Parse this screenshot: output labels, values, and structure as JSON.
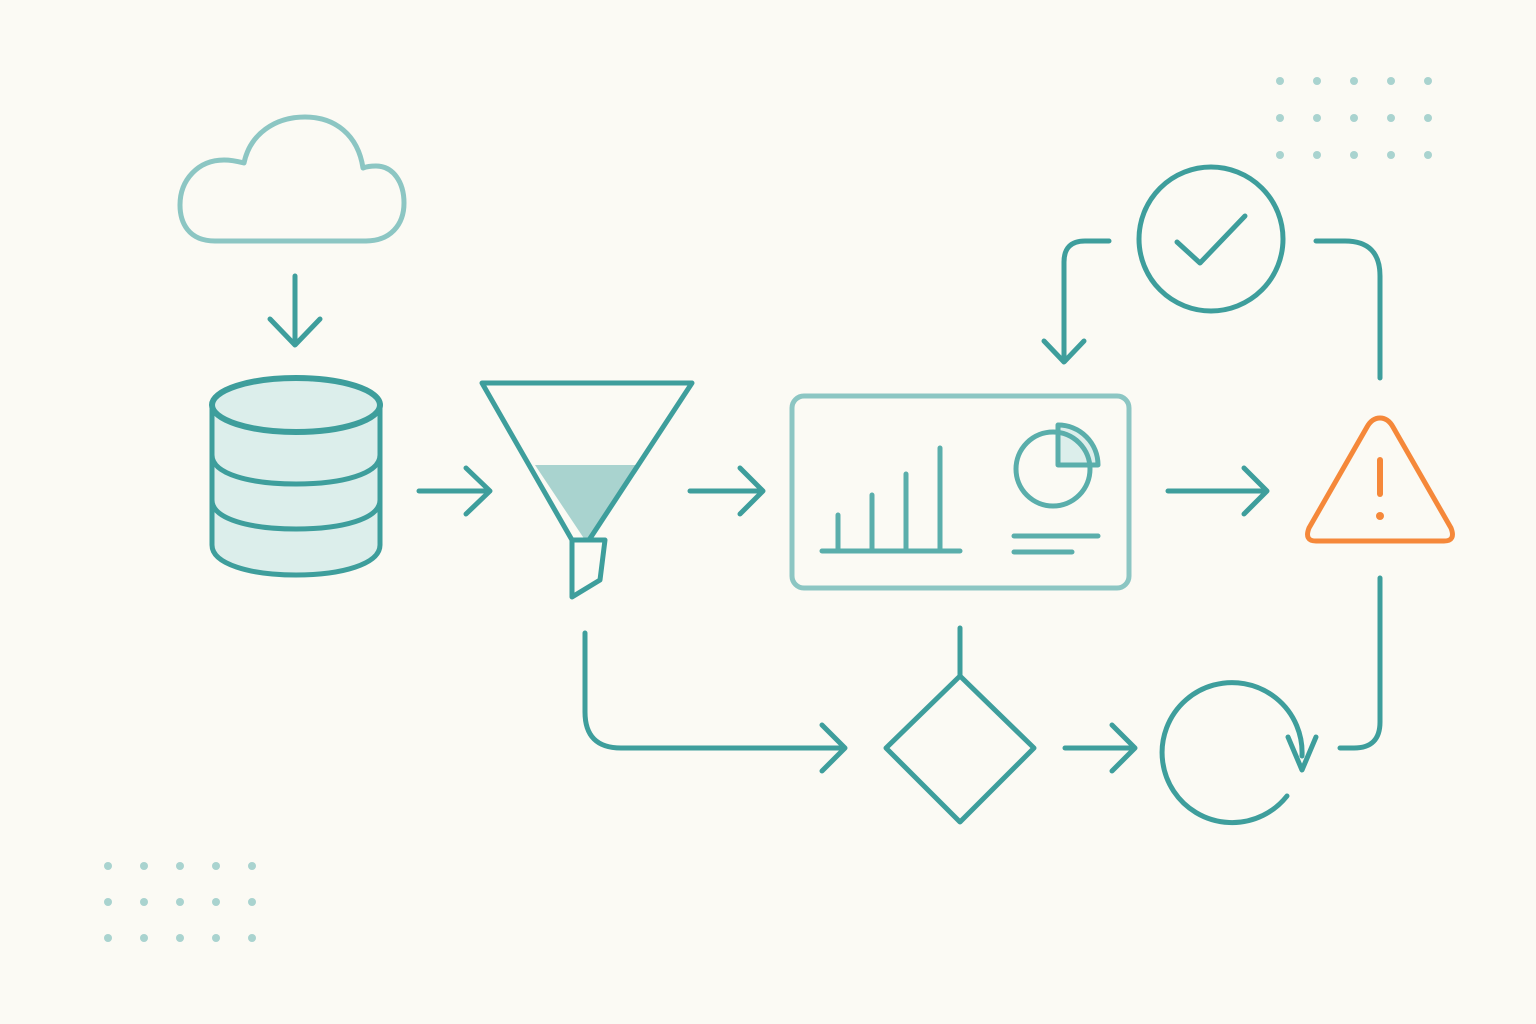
{
  "diagram": {
    "nodes": [
      {
        "id": "cloud",
        "icon": "cloud-icon"
      },
      {
        "id": "database",
        "icon": "database-icon"
      },
      {
        "id": "filter",
        "icon": "funnel-icon"
      },
      {
        "id": "dashboard",
        "icon": "dashboard-icon"
      },
      {
        "id": "check",
        "icon": "check-circle-icon"
      },
      {
        "id": "warning",
        "icon": "warning-icon"
      },
      {
        "id": "decision",
        "icon": "diamond-icon"
      },
      {
        "id": "refresh",
        "icon": "refresh-icon"
      }
    ],
    "edges": [
      {
        "from": "cloud",
        "to": "database"
      },
      {
        "from": "database",
        "to": "filter"
      },
      {
        "from": "filter",
        "to": "dashboard"
      },
      {
        "from": "dashboard",
        "to": "warning"
      },
      {
        "from": "filter",
        "to": "decision"
      },
      {
        "from": "dashboard",
        "to": "decision"
      },
      {
        "from": "decision",
        "to": "refresh"
      },
      {
        "from": "warning",
        "to": "refresh"
      },
      {
        "from": "check",
        "to": "dashboard"
      },
      {
        "from": "check",
        "to": "warning"
      }
    ]
  },
  "colors": {
    "background": "#FBFAF4",
    "primary": "#3E9E9C",
    "light": "#8CC6C3",
    "fill": "#DCEEEB",
    "accent": "#F5883A",
    "dots": "#A9D3CF"
  }
}
